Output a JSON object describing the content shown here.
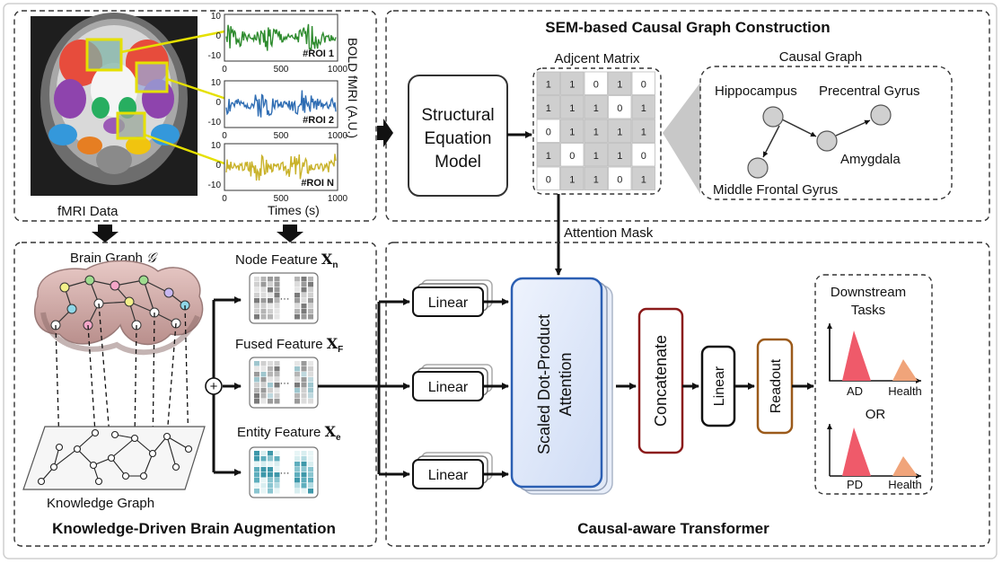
{
  "fmri": {
    "caption": "fMRI Data",
    "rois": [
      {
        "label": "#ROI 1",
        "color": "#2e8b2e",
        "seed": 1
      },
      {
        "label": "#ROI 2",
        "color": "#2f6db3",
        "seed": 2
      },
      {
        "label": "#ROI N",
        "color": "#c9b22a",
        "seed": 3
      }
    ],
    "yticks": [
      "10",
      "0",
      "-10"
    ],
    "xticks": [
      "0",
      "500",
      "1000"
    ],
    "xlabel": "Times (s)",
    "ylabel": "BOLD fMRI (A.U.)"
  },
  "sem": {
    "title": "SEM-based Causal Graph Construction",
    "sem_box": [
      "Structural",
      "Equation",
      "Model"
    ],
    "matrix_title": "Adjcent Matrix",
    "matrix": [
      [
        1,
        1,
        0,
        1,
        0
      ],
      [
        1,
        1,
        1,
        0,
        1
      ],
      [
        0,
        1,
        1,
        1,
        1
      ],
      [
        1,
        0,
        1,
        1,
        0
      ],
      [
        0,
        1,
        1,
        0,
        1
      ]
    ],
    "causal_title": "Causal Graph",
    "regions": {
      "hippocampus": "Hippocampus",
      "precentral": "Precentral Gyrus",
      "amygdala": "Amygdala",
      "middle_frontal": "Middle Frontal Gyrus"
    },
    "attention_mask": "Attention Mask"
  },
  "augment": {
    "brain_graph": "Brain Graph",
    "brain_graph_symbol": "𝒢",
    "knowledge_graph": "Knowledge Graph",
    "node_feature": "Node Feature",
    "node_sym": "X",
    "node_sub": "n",
    "fused_feature": "Fused Feature",
    "fused_sym": "X",
    "fused_sub": "F",
    "entity_feature": "Entity Feature",
    "entity_sym": "X",
    "entity_sub": "e",
    "plus": "+",
    "ellipsis": "···",
    "section_title": "Knowledge-Driven Brain Augmentation"
  },
  "transformer": {
    "linear": "Linear",
    "attention": [
      "Scaled Dot-Product",
      "Attention"
    ],
    "concat": "Concatenate",
    "linear2": "Linear",
    "readout": "Readout",
    "downstream": [
      "Downstream",
      "Tasks"
    ],
    "or": "OR",
    "ad": "AD",
    "pd": "PD",
    "health": "Health",
    "section_title": "Causal-aware Transformer"
  },
  "colors": {
    "roi1": "#2e8b2e",
    "roi2": "#2f6db3",
    "roiN": "#c9b22a",
    "attention_fill": "#dfe9fb",
    "attention_stroke": "#2b5fb3",
    "concat_stroke": "#8b1a1a",
    "readout_stroke": "#9b5a1a",
    "peak_red": "#ef5a6a",
    "peak_orange": "#f0a47a"
  }
}
